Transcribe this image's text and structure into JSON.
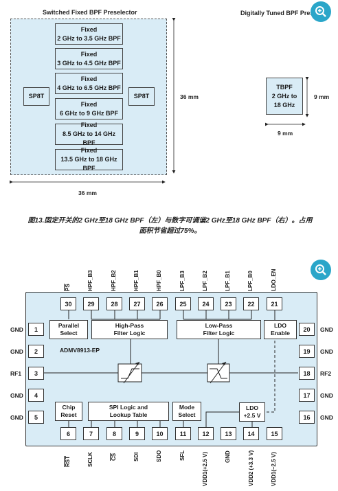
{
  "figure": {
    "left_title": "Switched Fixed BPF Preselector",
    "right_title": "Digitally Tuned BPF Prese",
    "sp8t_left": "SP8T",
    "sp8t_right": "SP8T",
    "filters": [
      {
        "line1": "Fixed",
        "line2": "2 GHz to 3.5 GHz BPF"
      },
      {
        "line1": "Fixed",
        "line2": "3 GHz to 4.5 GHz BPF"
      },
      {
        "line1": "Fixed",
        "line2": "4 GHz to 6.5 GHz BPF"
      },
      {
        "line1": "Fixed",
        "line2": "6 GHz to 9 GHz BPF"
      },
      {
        "line1": "Fixed",
        "line2": "8.5 GHz to 14 GHz BPF"
      },
      {
        "line1": "Fixed",
        "line2": "13.5 GHz to 18 GHz BPF"
      }
    ],
    "dim_height": "36 mm",
    "dim_width": "36 mm",
    "tbpf_line1": "TBPF",
    "tbpf_line2": "2 GHz to",
    "tbpf_line3": "18 GHz",
    "tbpf_dim_height": "9 mm",
    "tbpf_dim_width": "9 mm",
    "caption_line1": "图13.固定开关的2 GHz至18 GHz BPF（左）与数字可调谐2 GHz至18 GHz BPF（右）。占用",
    "caption_line2": "面积节省超过75%。"
  },
  "block": {
    "part_number": "ADMV8913-EP",
    "top_pins": [
      {
        "num": "30",
        "name": "PS"
      },
      {
        "num": "29",
        "name": "HPF_B3"
      },
      {
        "num": "28",
        "name": "HPF_B2"
      },
      {
        "num": "27",
        "name": "HPF_B1"
      },
      {
        "num": "26",
        "name": "HPF_B0"
      },
      {
        "num": "25",
        "name": "LPF_B3"
      },
      {
        "num": "24",
        "name": "LPF_B2"
      },
      {
        "num": "23",
        "name": "LPF_B1"
      },
      {
        "num": "22",
        "name": "LPF_B0"
      },
      {
        "num": "21",
        "name": "LDO_EN"
      }
    ],
    "bottom_pins": [
      {
        "num": "6",
        "name": "RST"
      },
      {
        "num": "7",
        "name": "SCLK"
      },
      {
        "num": "8",
        "name": "CS"
      },
      {
        "num": "9",
        "name": "SDI"
      },
      {
        "num": "10",
        "name": "SDO"
      },
      {
        "num": "11",
        "name": "SFL"
      },
      {
        "num": "12",
        "name": "VDD1(+2.5 V)"
      },
      {
        "num": "13",
        "name": "GND"
      },
      {
        "num": "14",
        "name": "VDD2 (+3.3 V)"
      },
      {
        "num": "15",
        "name": "VDD1(–2.5 V)"
      }
    ],
    "left_pins": [
      {
        "num": "1",
        "name": "GND"
      },
      {
        "num": "2",
        "name": "GND"
      },
      {
        "num": "3",
        "name": "RF1"
      },
      {
        "num": "4",
        "name": "GND"
      },
      {
        "num": "5",
        "name": "GND"
      }
    ],
    "right_pins": [
      {
        "num": "20",
        "name": "GND"
      },
      {
        "num": "19",
        "name": "GND"
      },
      {
        "num": "18",
        "name": "RF2"
      },
      {
        "num": "17",
        "name": "GND"
      },
      {
        "num": "16",
        "name": "GND"
      }
    ],
    "parallel_select": [
      "Parallel",
      "Select"
    ],
    "hpf_logic": [
      "High-Pass",
      "Filter Logic"
    ],
    "lpf_logic": [
      "Low-Pass",
      "Filter Logic"
    ],
    "ldo_enable": [
      "LDO",
      "Enable"
    ],
    "chip_reset": [
      "Chip",
      "Reset"
    ],
    "spi_logic": [
      "SPI Logic and",
      "Lookup Table"
    ],
    "mode_select": [
      "Mode",
      "Select"
    ],
    "ldo_25": [
      "LDO",
      "+2.5 V"
    ]
  },
  "icons": [
    "zoom-in-icon",
    "zoom-in-icon"
  ],
  "colors": {
    "fill": "#d9ecf6",
    "accent": "#2aa6c9"
  }
}
